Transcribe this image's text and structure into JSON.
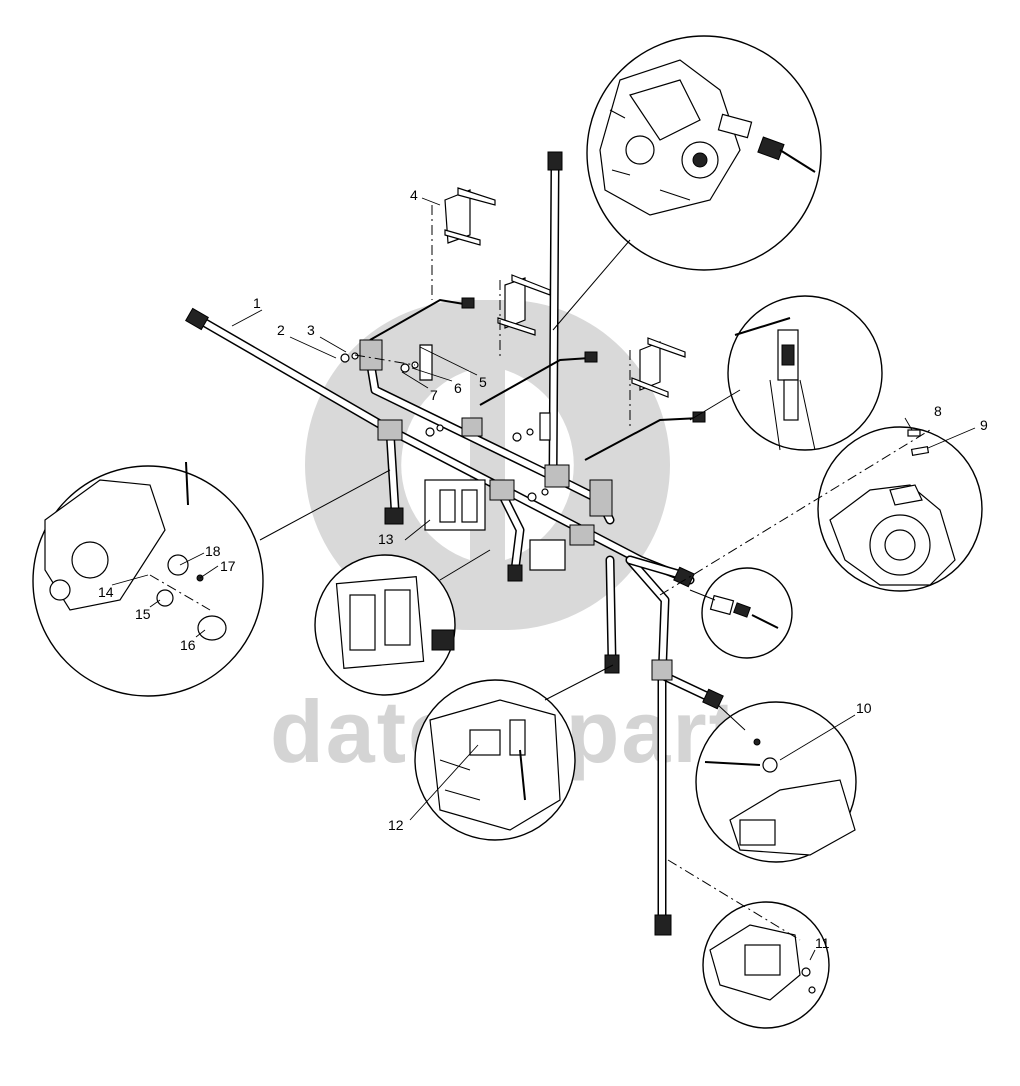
{
  "watermark": {
    "text": "datechparts"
  },
  "callouts": [
    {
      "id": "c1",
      "label": "1"
    },
    {
      "id": "c2",
      "label": "2"
    },
    {
      "id": "c3",
      "label": "3"
    },
    {
      "id": "c4",
      "label": "4"
    },
    {
      "id": "c5",
      "label": "5"
    },
    {
      "id": "c6",
      "label": "6"
    },
    {
      "id": "c7",
      "label": "7"
    },
    {
      "id": "c8",
      "label": "8"
    },
    {
      "id": "c9",
      "label": "9"
    },
    {
      "id": "c10",
      "label": "10"
    },
    {
      "id": "c11",
      "label": "11"
    },
    {
      "id": "c12",
      "label": "12"
    },
    {
      "id": "c13",
      "label": "13"
    },
    {
      "id": "c14",
      "label": "14"
    },
    {
      "id": "c15",
      "label": "15"
    },
    {
      "id": "c16",
      "label": "16"
    },
    {
      "id": "c17",
      "label": "17"
    },
    {
      "id": "c18",
      "label": "18"
    }
  ],
  "colors": {
    "line": "#000000",
    "watermark": "#d9d9d9",
    "background": "#ffffff"
  }
}
